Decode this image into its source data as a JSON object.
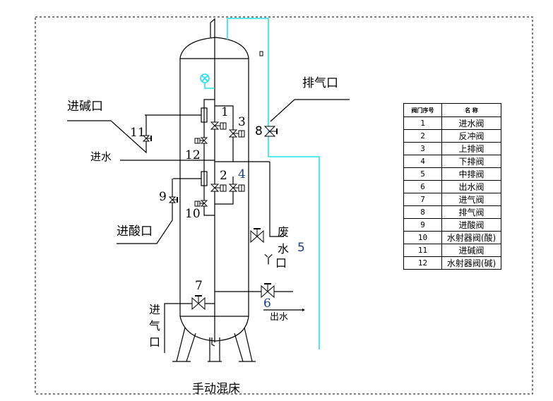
{
  "diagram": {
    "title": "手动混床",
    "labels": {
      "alkali_inlet": "进碱口",
      "water_inlet": "进水",
      "acid_inlet": "进酸口",
      "vent": "排气口",
      "air_inlet_chars": [
        "进",
        "气",
        "口"
      ],
      "waste_water_chars": [
        "废",
        "水",
        "口"
      ],
      "waste_water_drain_symbol": "丫",
      "outlet_water": "出水"
    },
    "valve_numbers": {
      "v1": "1",
      "v2": "2",
      "v3": "3",
      "v4": "4",
      "v5": "5",
      "v6": "6",
      "v7": "7",
      "v8": "8",
      "v9": "9",
      "v10": "10",
      "v11": "11",
      "v12": "12"
    },
    "colors": {
      "line": "#000000",
      "air_pipe": "#22e0ee",
      "number_accent": "#1a3c8c"
    }
  },
  "legend_table": {
    "headers": [
      "阀门序号",
      "名 称"
    ],
    "rows": [
      {
        "no": "1",
        "name": "进水阀"
      },
      {
        "no": "2",
        "name": "反冲阀"
      },
      {
        "no": "3",
        "name": "上排阀"
      },
      {
        "no": "4",
        "name": "下排阀"
      },
      {
        "no": "5",
        "name": "中排阀"
      },
      {
        "no": "6",
        "name": "出水阀"
      },
      {
        "no": "7",
        "name": "进气阀"
      },
      {
        "no": "8",
        "name": "排气阀"
      },
      {
        "no": "9",
        "name": "进酸阀"
      },
      {
        "no": "10",
        "name": "水射器阀(酸)"
      },
      {
        "no": "11",
        "name": "进碱阀"
      },
      {
        "no": "12",
        "name": "水射器阀(碱)"
      }
    ]
  }
}
